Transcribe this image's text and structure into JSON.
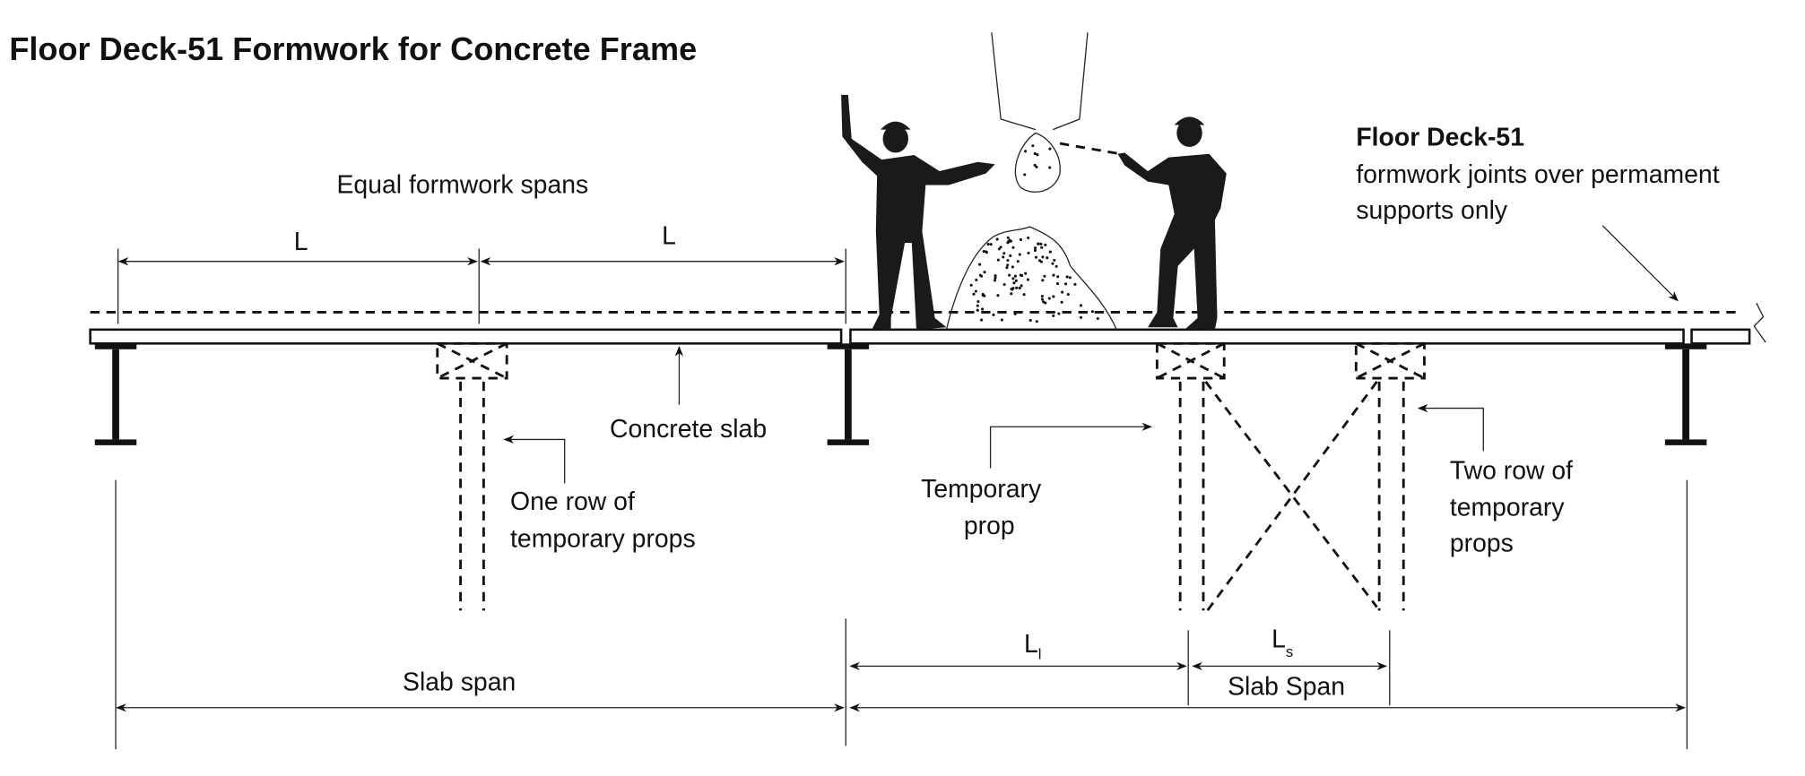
{
  "title": "Floor Deck-51 Formwork for Concrete Frame",
  "labels": {
    "equal_spans": "Equal formwork spans",
    "L_left": "L",
    "L_right": "L",
    "concrete_slab": "Concrete slab",
    "one_row_line1": "One row of",
    "one_row_line2": "temporary props",
    "temp_prop_line1": "Temporary",
    "temp_prop_line2": "prop",
    "two_row_line1": "Two row of",
    "two_row_line2": "temporary",
    "two_row_line3": "props",
    "slab_span_left": "Slab span",
    "slab_span_right": "Slab Span",
    "L_l_main": "L",
    "L_l_sub": "l",
    "L_s_main": "L",
    "L_s_sub": "s"
  },
  "annotation": {
    "heading": "Floor Deck-51",
    "line1": "formwork joints over permament",
    "line2": "supports only"
  }
}
